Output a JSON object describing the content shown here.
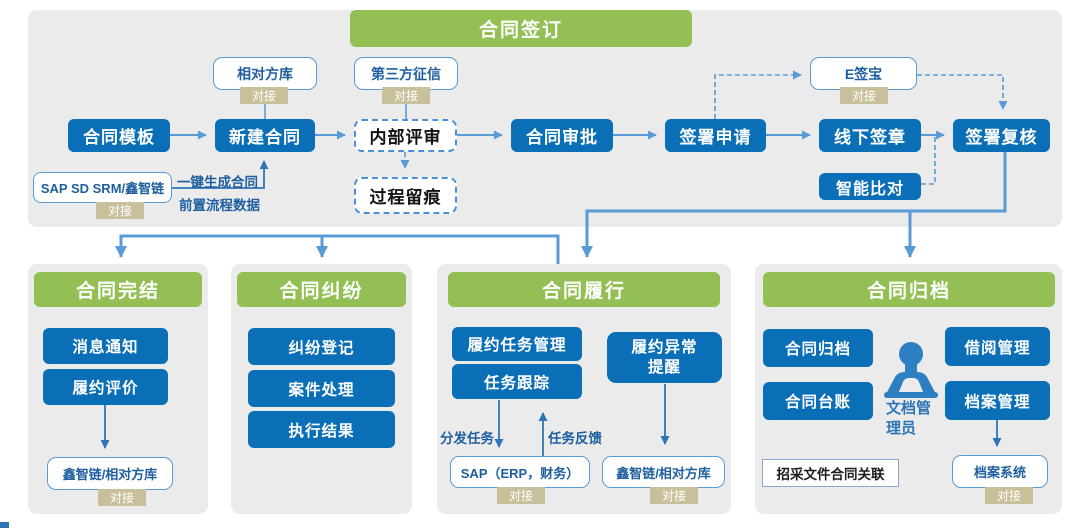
{
  "top": {
    "title": "合同签订",
    "flow": [
      {
        "label": "合同模板"
      },
      {
        "label": "新建合同"
      },
      {
        "label": "内部评审"
      },
      {
        "label": "合同审批"
      },
      {
        "label": "签署申请"
      },
      {
        "label": "线下签章"
      },
      {
        "label": "签署复核"
      }
    ],
    "partner_db": {
      "label": "相对方库",
      "badge": "对接"
    },
    "credit_check": {
      "label": "第三方征信",
      "badge": "对接"
    },
    "esign": {
      "label": "E签宝",
      "badge": "对接"
    },
    "sap_source": {
      "label": "SAP SD SRM/鑫智链",
      "badge": "对接"
    },
    "gen_note_line1": "一键生成合同",
    "gen_note_line2": "前置流程数据",
    "trace": {
      "label": "过程留痕"
    },
    "smart_compare": {
      "label": "智能比对"
    }
  },
  "panels": [
    {
      "title": "合同完结",
      "items": [
        "消息通知",
        "履约评价"
      ],
      "integration": {
        "label": "鑫智链/相对方库",
        "badge": "对接"
      }
    },
    {
      "title": "合同纠纷",
      "items": [
        "纠纷登记",
        "案件处理",
        "执行结果"
      ]
    },
    {
      "title": "合同履行",
      "items": [
        "履约任务管理",
        "任务跟踪",
        "履约异常\n提醒"
      ],
      "arrow_labels": {
        "dispatch": "分发任务",
        "feedback": "任务反馈"
      },
      "integrations": [
        {
          "label": "SAP（ERP，财务）",
          "badge": "对接"
        },
        {
          "label": "鑫智链/相对方库",
          "badge": "对接"
        }
      ]
    },
    {
      "title": "合同归档",
      "items": [
        "合同归档",
        "合同台账",
        "借阅管理",
        "档案管理"
      ],
      "role_label": "文档管理员",
      "note": "招采文件合同关联",
      "integration": {
        "label": "档案系统",
        "badge": "对接"
      }
    }
  ],
  "colors": {
    "primary_blue": "#0b6fb7",
    "green": "#93bf55",
    "connector_light": "#5b9bd5",
    "connector_dark": "#2e75b6",
    "badge_bg": "#c7c09a",
    "panel_bg": "#ebebeb",
    "outline_text": "#1f5fa0"
  }
}
